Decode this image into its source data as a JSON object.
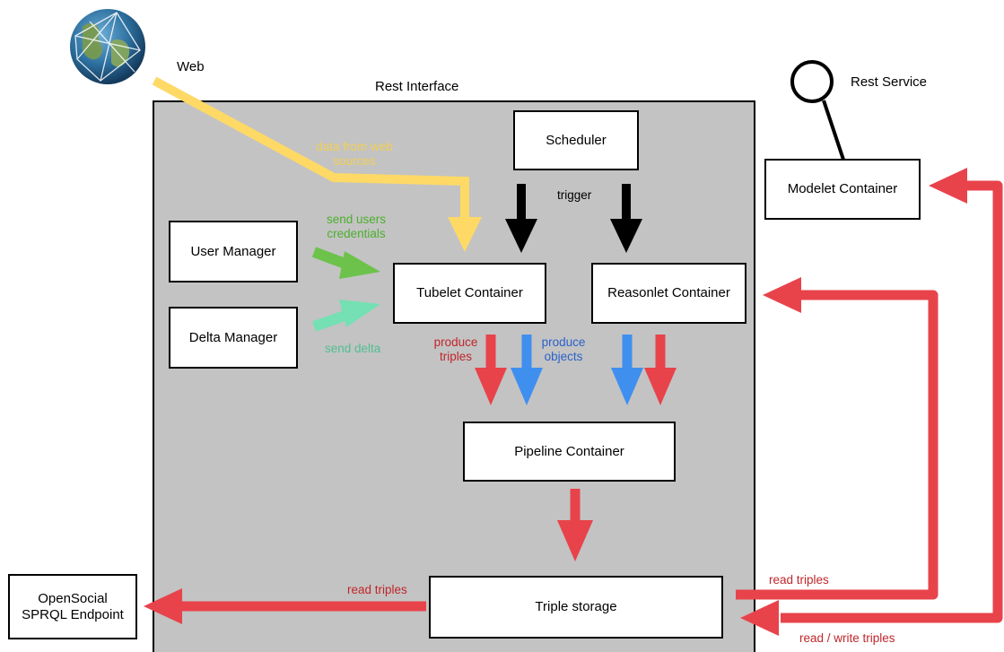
{
  "colors": {
    "area_fill": "#c3c3c3",
    "web_flow": "#fed966",
    "trigger": "#000000",
    "credentials": "#6cc24a",
    "delta": "#74e0b3",
    "triples": "#e8434b",
    "objects": "#3f8fef",
    "label_triples": "#c0262b",
    "label_objects": "#2a62c9"
  },
  "icons": {
    "web": "globe-icon",
    "service": "lollipop-interface-icon"
  },
  "labels": {
    "web": "Web",
    "rest_interface": "Rest Interface",
    "rest_service": "Rest Service"
  },
  "nodes": {
    "scheduler": "Scheduler",
    "user_manager": "User Manager",
    "delta_manager": "Delta Manager",
    "tubelet_container": "Tubelet Container",
    "reasonlet_container": "Reasonlet Container",
    "pipeline_container": "Pipeline Container",
    "triple_storage": "Triple storage",
    "modelet_container": "Modelet Container",
    "opensocial_line1": "OpenSocial",
    "opensocial_line2": "SPRQL Endpoint"
  },
  "edges": {
    "data_from_web_1": "data from web",
    "data_from_web_2": "sources",
    "trigger": "trigger",
    "send_users_1": "send users",
    "send_users_2": "credentials",
    "send_delta": "send delta",
    "produce_triples_1": "produce",
    "produce_triples_2": "triples",
    "produce_objects_1": "produce",
    "produce_objects_2": "objects",
    "read_triples_left": "read triples",
    "read_triples_right": "read triples",
    "read_write_triples": "read / write triples"
  }
}
